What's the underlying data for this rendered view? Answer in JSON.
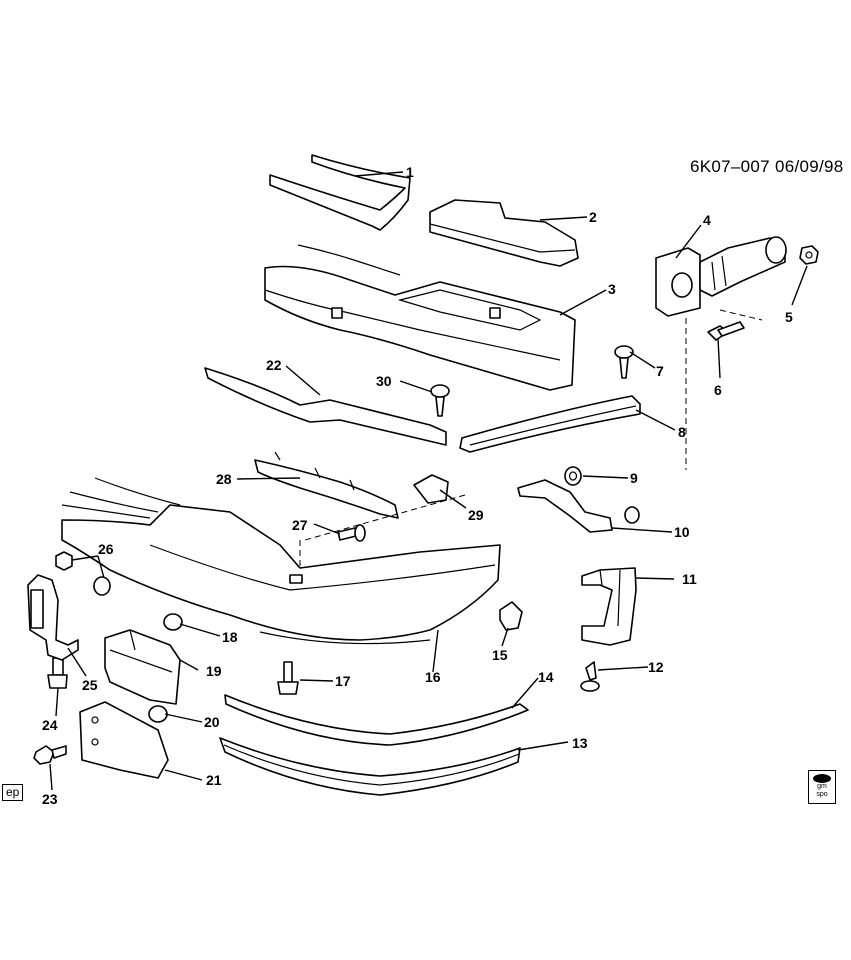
{
  "diagram": {
    "reference_code": "6K07–007  06/09/98",
    "badge_left": "ep",
    "badge_right": {
      "line1": "gm",
      "line2": "spo"
    },
    "callouts": [
      "1",
      "2",
      "3",
      "4",
      "5",
      "6",
      "7",
      "8",
      "9",
      "10",
      "11",
      "12",
      "13",
      "14",
      "15",
      "16",
      "17",
      "18",
      "19",
      "20",
      "21",
      "22",
      "23",
      "24",
      "25",
      "26",
      "27",
      "28",
      "29",
      "30"
    ]
  }
}
